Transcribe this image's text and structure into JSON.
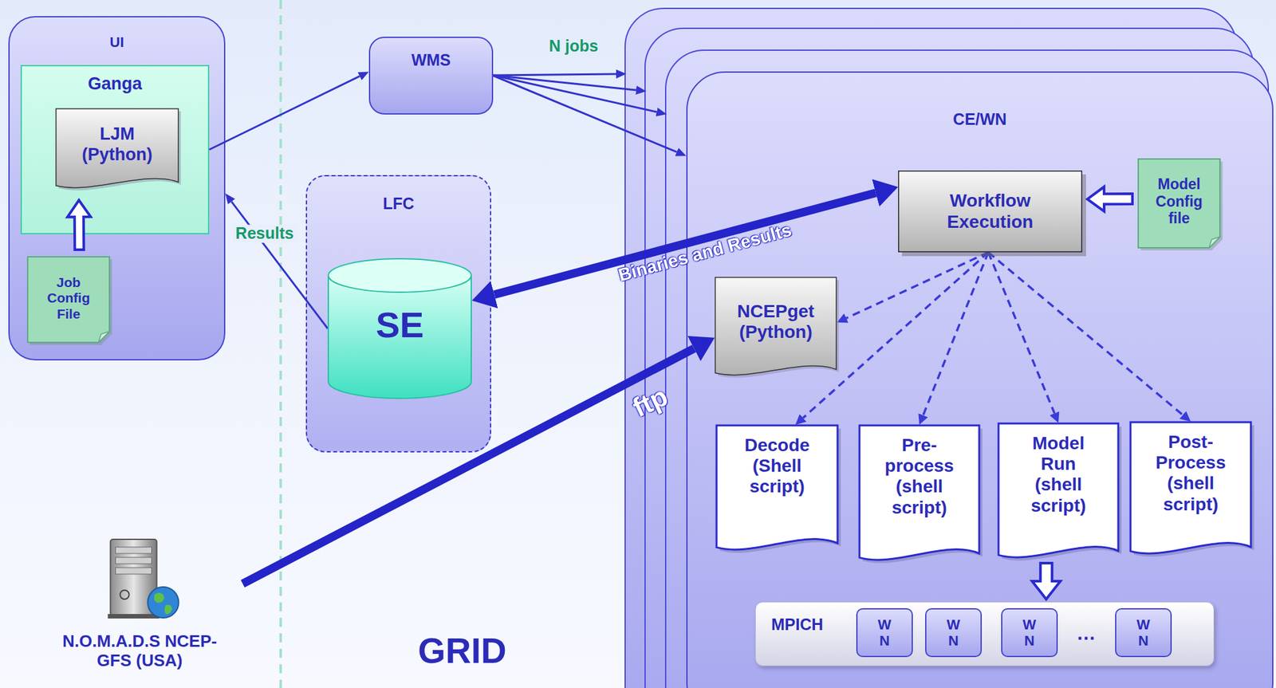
{
  "diagram": {
    "nodes": [
      {
        "text": [
          "UI"
        ]
      },
      {
        "text": [
          "Ganga"
        ],
        "in": 0
      },
      {
        "text": [
          "LJM (Python)"
        ],
        "in": 1
      },
      {
        "text": [
          "Job Config File"
        ],
        "in": 0
      },
      {
        "text": [
          "WMS"
        ]
      },
      {
        "text": [
          "LFC"
        ]
      },
      {
        "text": [
          "SE"
        ],
        "in": 5
      },
      {
        "text": [
          "CE/WN"
        ]
      },
      {
        "text": [
          "Workflow Execution"
        ],
        "in": 7
      },
      {
        "text": [
          "Model Config file"
        ],
        "in": 7
      },
      {
        "text": [
          "NCEPget (Python)"
        ],
        "in": 7
      },
      {
        "text": [
          "Decode (Shell script)"
        ],
        "in": 7
      },
      {
        "text": [
          "Pre- process (shell script)"
        ],
        "in": 7
      },
      {
        "text": [
          "Model Run (shell script)"
        ],
        "in": 7
      },
      {
        "text": [
          "Post- Process (shell script)"
        ],
        "in": 7
      },
      {
        "text": [
          "MPICH"
        ],
        "in": 7
      },
      {
        "text": [
          "W N"
        ],
        "in": 15
      },
      {
        "text": [
          "W N"
        ],
        "in": 15
      },
      {
        "text": [
          "W N"
        ],
        "in": 15
      },
      {
        "text": [
          "W N"
        ],
        "in": 15
      },
      {
        "text": [
          "N.O.M.A.D.S NCEP-GFS (USA)"
        ]
      }
    ],
    "edges": [
      {
        "from": 1,
        "to": 4,
        "arrow": "to"
      },
      {
        "from": 4,
        "to": 7,
        "arrow": "to",
        "label": "N jobs"
      },
      {
        "from": 6,
        "to": 0,
        "arrow": "to",
        "label": "Results"
      },
      {
        "from": 6,
        "to": 8,
        "arrow": "both",
        "label": "Binaries and Results"
      },
      {
        "from": 20,
        "to": 10,
        "arrow": "to",
        "label": "ftp"
      },
      {
        "from": 8,
        "to": 10,
        "arrow": "to"
      },
      {
        "from": 8,
        "to": 11,
        "arrow": "to"
      },
      {
        "from": 8,
        "to": 12,
        "arrow": "to"
      },
      {
        "from": 8,
        "to": 13,
        "arrow": "to"
      },
      {
        "from": 8,
        "to": 14,
        "arrow": "to"
      },
      {
        "from": 9,
        "to": 8,
        "arrow": "to"
      },
      {
        "from": 3,
        "to": 2,
        "arrow": "to"
      },
      {
        "from": 13,
        "to": 15,
        "arrow": "to"
      }
    ],
    "labels": [
      "GRID",
      "…"
    ]
  }
}
